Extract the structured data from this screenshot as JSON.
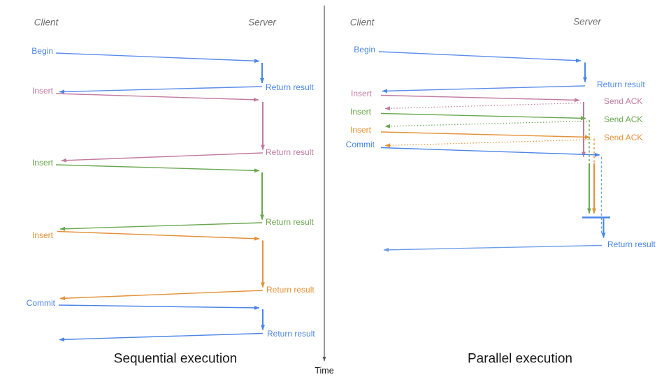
{
  "colors": {
    "blue": "#4a86e8",
    "light_blue": "#6d9eeb",
    "pink": "#c27ba0",
    "green": "#6aa84f",
    "orange": "#e69138",
    "time_axis": "#555555",
    "header_gray": "#6e6e6e",
    "caption_black": "#161616"
  },
  "time_axis": {
    "label": "Time"
  },
  "left": {
    "caption": "Sequential execution",
    "client": "Client",
    "server": "Server",
    "events": [
      {
        "label": "Begin",
        "color": "#4a86e8",
        "response": "Return result"
      },
      {
        "label": "Insert",
        "color": "#c27ba0",
        "response": "Return result"
      },
      {
        "label": "Insert",
        "color": "#6aa84f",
        "response": "Return result"
      },
      {
        "label": "Insert",
        "color": "#e69138",
        "response": "Return result"
      },
      {
        "label": "Commit",
        "color": "#4a86e8",
        "response": "Return result"
      }
    ]
  },
  "right": {
    "caption": "Parallel execution",
    "client": "Client",
    "server": "Server",
    "events": [
      {
        "label": "Begin",
        "color": "#4a86e8",
        "response": "Return result"
      },
      {
        "label": "Insert",
        "color": "#c27ba0",
        "response": "Send ACK"
      },
      {
        "label": "Insert",
        "color": "#6aa84f",
        "response": "Send ACK"
      },
      {
        "label": "Insert",
        "color": "#e69138",
        "response": "Send ACK"
      },
      {
        "label": "Commit",
        "color": "#4a86e8"
      }
    ],
    "final_response": "Return result"
  }
}
